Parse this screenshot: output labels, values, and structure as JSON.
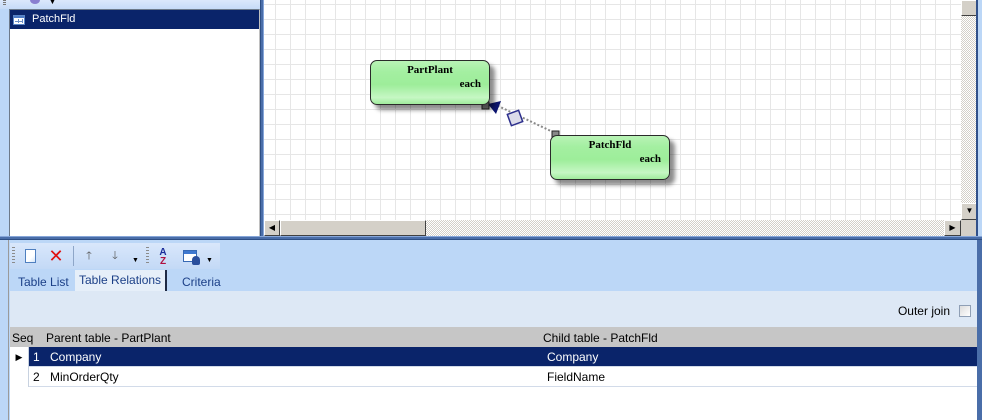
{
  "left_panel": {
    "tables": [
      {
        "name": "PatchFld",
        "icon": "table-icon",
        "selected": true
      }
    ]
  },
  "diagram": {
    "entities": [
      {
        "id": "partplant",
        "title": "PartPlant",
        "subtitle": "each"
      },
      {
        "id": "patchfld",
        "title": "PatchFld",
        "subtitle": "each"
      }
    ],
    "relation": {
      "parent": "PartPlant",
      "child": "PatchFld",
      "style": "dotted-with-diamond-and-arrow"
    }
  },
  "toolbar": {
    "buttons": [
      {
        "name": "new",
        "icon": "new-document-icon"
      },
      {
        "name": "delete",
        "icon": "delete-x-icon"
      },
      {
        "name": "move-up",
        "icon": "arrow-up-icon"
      },
      {
        "name": "move-down",
        "icon": "arrow-down-icon"
      },
      {
        "name": "sort",
        "icon": "sort-az-icon"
      },
      {
        "name": "grid-options",
        "icon": "grid-user-icon"
      }
    ]
  },
  "tabs": [
    {
      "label": "Table List",
      "active": false
    },
    {
      "label": "Table Relations",
      "active": true
    },
    {
      "label": "Criteria",
      "active": false
    }
  ],
  "options": {
    "outer_join_label": "Outer join",
    "outer_join_checked": false
  },
  "grid": {
    "headers": {
      "seq": "Seq",
      "parent": "Parent table - PartPlant",
      "child": "Child table - PatchFld"
    },
    "rows": [
      {
        "seq": "1",
        "parent": "Company",
        "child": "Company",
        "selected": true
      },
      {
        "seq": "2",
        "parent": "MinOrderQty",
        "child": "FieldName",
        "selected": false
      }
    ],
    "row_indicator": "▶"
  },
  "scroll": {
    "left_arrow": "◀",
    "right_arrow": "▶",
    "down_arrow": "▼"
  },
  "colors": {
    "selection": "#0a246a",
    "entity_fill": "#a4efa1",
    "frame_blue": "#4a6ea9",
    "panel_bg": "#bcd7f7",
    "delete_red": "#e01010"
  }
}
